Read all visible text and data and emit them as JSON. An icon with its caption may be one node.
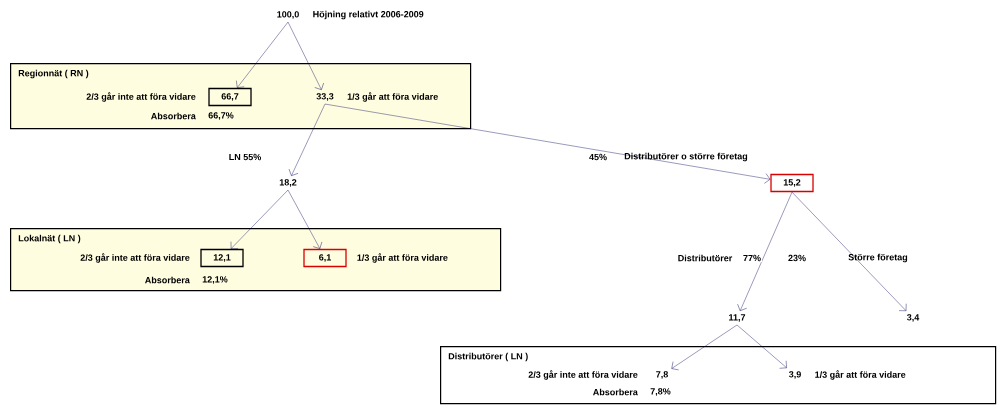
{
  "diagram": {
    "nodes": [
      {
        "text": [
          "100,0"
        ],
        "beside": [
          "Höjning relativt 2006-2009"
        ]
      },
      {
        "text": [
          "Regionnät ( RN )",
          "2/3 går inte att föra vidare",
          "Absorbera",
          "66,7%"
        ]
      },
      {
        "text": [
          "66,7"
        ],
        "in": 1
      },
      {
        "text": [
          "33,3"
        ],
        "in": 1,
        "beside": [
          "1/3 går att föra vidare"
        ]
      },
      {
        "text": [
          "18,2"
        ]
      },
      {
        "text": [
          "Lokalnät ( LN )",
          "2/3 går inte att föra vidare",
          "Absorbera",
          "12,1%"
        ]
      },
      {
        "text": [
          "12,1"
        ],
        "in": 5
      },
      {
        "text": [
          "6,1"
        ],
        "in": 5,
        "beside": [
          "1/3 går att föra vidare"
        ]
      },
      {
        "text": [
          "15,2"
        ]
      },
      {
        "text": [
          "11,7"
        ]
      },
      {
        "text": [
          "3,4"
        ]
      },
      {
        "text": [
          "Distributörer ( LN )",
          "2/3 går inte att föra vidare",
          "Absorbera",
          "7,8%"
        ]
      },
      {
        "text": [
          "7,8"
        ],
        "in": 11
      },
      {
        "text": [
          "3,9"
        ],
        "in": 11,
        "beside": [
          "1/3 går att föra vidare"
        ]
      }
    ],
    "edges": [
      {
        "from": 0,
        "to": 2,
        "arrow": "to"
      },
      {
        "from": 0,
        "to": 3,
        "arrow": "to"
      },
      {
        "from": 3,
        "to": 4,
        "arrow": "to",
        "label": "LN 55%"
      },
      {
        "from": 3,
        "to": 8,
        "arrow": "to",
        "label": "45%"
      },
      {
        "from": 4,
        "to": 6,
        "arrow": "to"
      },
      {
        "from": 4,
        "to": 7,
        "arrow": "to"
      },
      {
        "from": 8,
        "to": 9,
        "arrow": "to",
        "label": "77%"
      },
      {
        "from": 8,
        "to": 10,
        "arrow": "to",
        "label": "23%"
      },
      {
        "from": 9,
        "to": 12,
        "arrow": "to"
      },
      {
        "from": 9,
        "to": 13,
        "arrow": "to"
      }
    ],
    "labels": [
      "Distributörer o större företag",
      "Distributörer",
      "Större företag"
    ]
  }
}
